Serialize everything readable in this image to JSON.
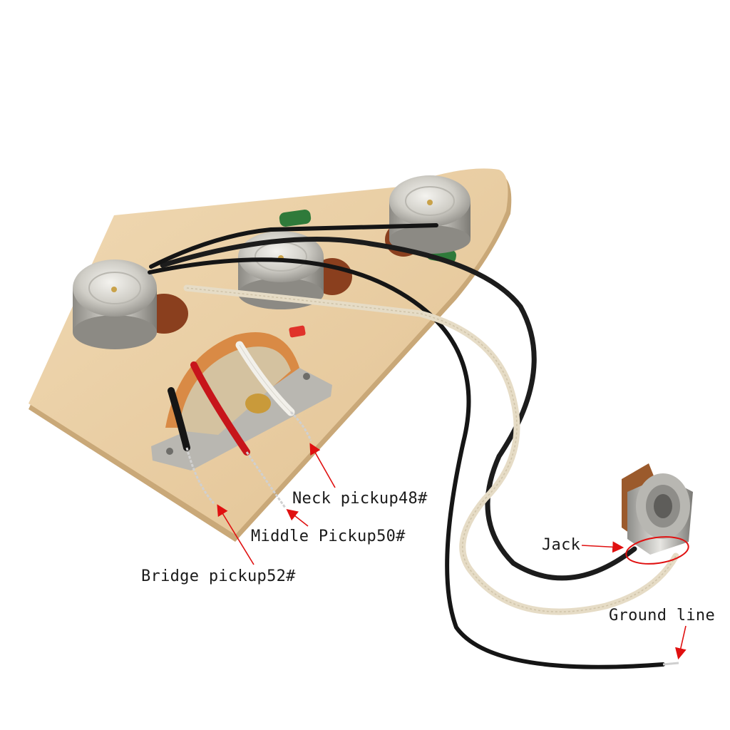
{
  "labels": {
    "neck_pickup": "Neck pickup48#",
    "middle_pickup": "Middle Pickup50#",
    "bridge_pickup": "Bridge pickup52#",
    "jack": "Jack",
    "ground_line": "Ground line"
  },
  "colors": {
    "background": "#ffffff",
    "plate_wood": "#e9cfa4",
    "plate_edge": "#c9a878",
    "pot_metal": "#d8d6d0",
    "pot_lug_brown": "#8a3f1e",
    "wire_black": "#151515",
    "wire_white": "#e6dcc6",
    "wire_red": "#c7151b",
    "capacitor_green": "#2f7a3a",
    "arrow_red": "#e01010",
    "switch_gold": "#c99a3a"
  },
  "components": {
    "pots": [
      "volume-pot",
      "tone-pot-1",
      "tone-pot-2"
    ],
    "switch": "5-way-pickup-selector",
    "output": "jack-socket"
  }
}
